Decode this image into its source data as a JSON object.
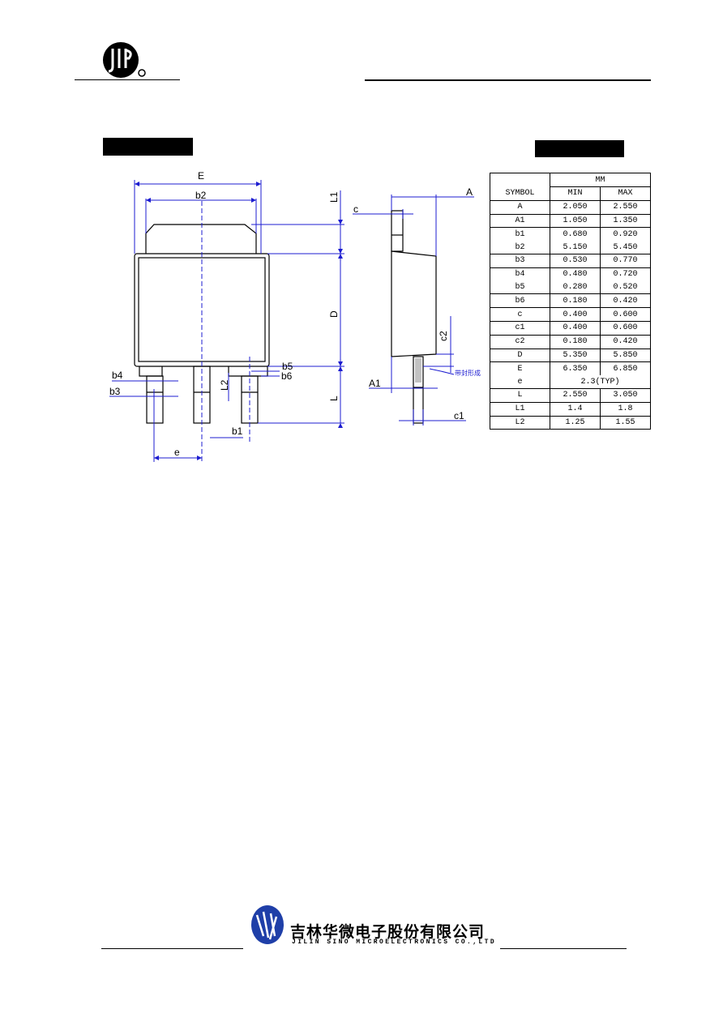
{
  "header": {
    "logo_icon": "jsc-logo-icon"
  },
  "drawing": {
    "front_labels": {
      "E": "E",
      "b2": "b2",
      "L1": "L1",
      "D": "D",
      "L": "L",
      "L2": "L2",
      "b4": "b4",
      "b3": "b3",
      "b5": "b5",
      "b6": "b6",
      "b1": "b1",
      "e": "e"
    },
    "side_labels": {
      "A": "A",
      "c": "c",
      "c2": "c2",
      "A1": "A1",
      "c1": "c1",
      "note": "带封形成"
    }
  },
  "table": {
    "unit": "MM",
    "col_symbol": "SYMBOL",
    "col_min": "MIN",
    "col_max": "MAX",
    "rows": [
      {
        "symbol": "A",
        "min": "2.050",
        "max": "2.550"
      },
      {
        "symbol": "A1",
        "min": "1.050",
        "max": "1.350"
      },
      {
        "symbol": "b1",
        "min": "0.680",
        "max": "0.920"
      },
      {
        "symbol": "b2",
        "min": "5.150",
        "max": "5.450"
      },
      {
        "symbol": "b3",
        "min": "0.530",
        "max": "0.770"
      },
      {
        "symbol": "b4",
        "min": "0.480",
        "max": "0.720"
      },
      {
        "symbol": "b5",
        "min": "0.280",
        "max": "0.520"
      },
      {
        "symbol": "b6",
        "min": "0.180",
        "max": "0.420"
      },
      {
        "symbol": "c",
        "min": "0.400",
        "max": "0.600"
      },
      {
        "symbol": "c1",
        "min": "0.400",
        "max": "0.600"
      },
      {
        "symbol": "c2",
        "min": "0.180",
        "max": "0.420"
      },
      {
        "symbol": "D",
        "min": "5.350",
        "max": "5.850"
      },
      {
        "symbol": "E",
        "min": "6.350",
        "max": "6.850"
      },
      {
        "symbol": "e",
        "typ": "2.3(TYP)"
      },
      {
        "symbol": "L",
        "min": "2.550",
        "max": "3.050"
      },
      {
        "symbol": "L1",
        "min": "1.4",
        "max": "1.8"
      },
      {
        "symbol": "L2",
        "min": "1.25",
        "max": "1.55"
      }
    ]
  },
  "footer": {
    "company_cn": "吉林华微电子股份有限公司",
    "company_en": "JILIN SINO MICROELECTRONICS CO.,LTD",
    "logo_icon": "jilin-sino-logo-icon"
  }
}
